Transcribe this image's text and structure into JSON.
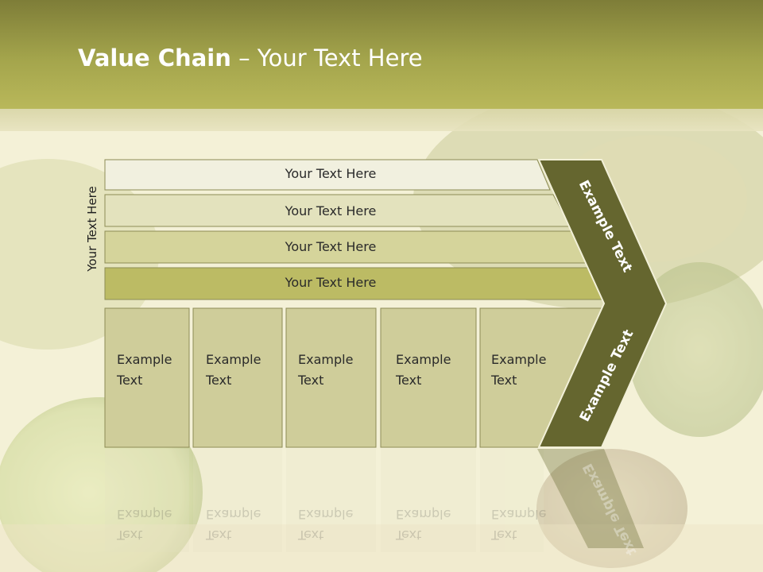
{
  "title": {
    "bold": "Value Chain",
    "rest": " – Your Text Here"
  },
  "side_label": "Your Text Here",
  "bars": [
    {
      "label": "Your Text Here"
    },
    {
      "label": "Your Text Here"
    },
    {
      "label": "Your Text Here"
    },
    {
      "label": "Your Text Here"
    }
  ],
  "boxes": [
    {
      "line1": "Example",
      "line2": "Text"
    },
    {
      "line1": "Example",
      "line2": "Text"
    },
    {
      "line1": "Example",
      "line2": "Text"
    },
    {
      "line1": "Example",
      "line2": "Text"
    },
    {
      "line1": "Example",
      "line2": "Text"
    }
  ],
  "chevron_upper": "Example Text",
  "chevron_lower": "Example Text",
  "colors": {
    "header": "#a4a54c",
    "chevron": "#65662f",
    "bar1": "#f1f0df",
    "bar2": "#e3e2bd",
    "bar3": "#d5d49b",
    "bar4": "#bcbb64",
    "box": "#cfcd9a"
  }
}
